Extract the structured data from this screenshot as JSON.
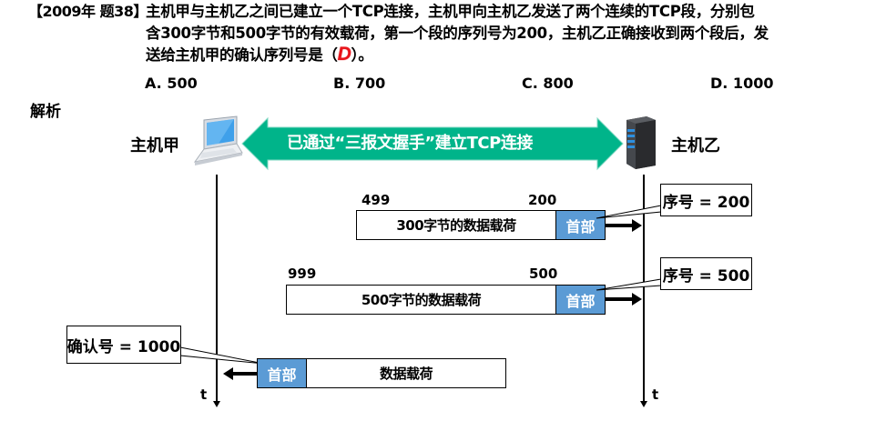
{
  "question": {
    "tag": "【2009年 题38】",
    "lines": [
      "主机甲与主机乙之间已建立一个TCP连接，主机甲向主机乙发送了两个连续的TCP段，分别包",
      "含300字节和500字节的有效载荷，第一个段的序列号为200，主机乙正确接收到两个段后，发",
      "送给主机甲的确认序列号是（"
    ],
    "line3_suffix": "）。",
    "answer": "D",
    "answer_color": "#e8141b",
    "options": [
      "A. 500",
      "B. 700",
      "C. 800",
      "D. 1000"
    ]
  },
  "analysis_label": "解析",
  "hosts": {
    "left": {
      "label": "主机甲",
      "icon": "laptop-icon"
    },
    "right": {
      "label": "主机乙",
      "icon": "server-icon"
    }
  },
  "connection_banner": {
    "text": "已通过“三报文握手”建立TCP连接",
    "color": "#00b48a"
  },
  "segments": [
    {
      "direction": "甲→乙",
      "payload_label": "300字节的数据载荷",
      "header_label": "首部",
      "end_byte": "499",
      "start_byte": "200",
      "callout": "序号 = 200"
    },
    {
      "direction": "甲→乙",
      "payload_label": "500字节的数据载荷",
      "header_label": "首部",
      "end_byte": "999",
      "start_byte": "500",
      "callout": "序号 = 500"
    },
    {
      "direction": "乙→甲",
      "payload_label": "数据载荷",
      "header_label": "首部",
      "callout": "确认号 = 1000"
    }
  ],
  "time_axis_label": "t",
  "header_color": "#5b9bd5"
}
